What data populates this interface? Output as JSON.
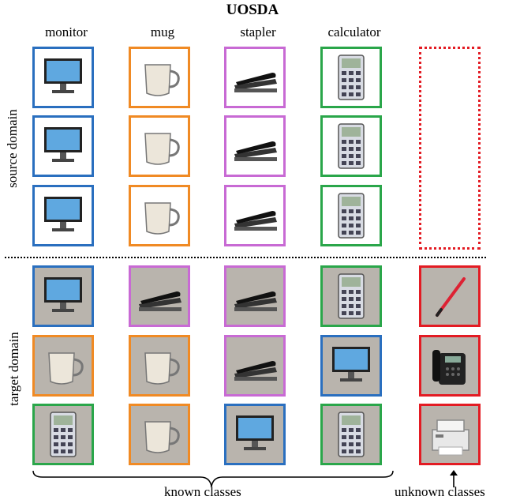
{
  "title": "UOSDA",
  "columns": [
    "monitor",
    "mug",
    "stapler",
    "calculator"
  ],
  "rows": {
    "source": "source domain",
    "target": "target domain"
  },
  "known_label": "known classes",
  "unknown_label": "unknown classes",
  "colors": {
    "monitor": "#2a6fbf",
    "mug": "#f08a24",
    "stapler": "#c86ad4",
    "calculator": "#2aa64a",
    "unknown": "#e31b23"
  },
  "source_tiles": [
    [
      "monitor-icon",
      "mug-icon",
      "stapler-icon",
      "calculator-icon"
    ],
    [
      "monitor-icon",
      "mug-icon",
      "stapler-icon",
      "calculator-icon"
    ],
    [
      "monitor-icon",
      "mug-icon",
      "stapler-icon",
      "calculator-icon"
    ]
  ],
  "target_tiles": [
    [
      {
        "item": "monitor-icon",
        "frame": "monitor"
      },
      {
        "item": "stapler-icon",
        "frame": "stapler"
      },
      {
        "item": "stapler-icon",
        "frame": "stapler"
      },
      {
        "item": "calculator-icon",
        "frame": "calculator"
      },
      {
        "item": "pen-icon",
        "frame": "unknown"
      }
    ],
    [
      {
        "item": "mug-icon",
        "frame": "mug"
      },
      {
        "item": "mug-icon",
        "frame": "mug"
      },
      {
        "item": "stapler-icon",
        "frame": "stapler"
      },
      {
        "item": "monitor-icon",
        "frame": "monitor"
      },
      {
        "item": "phone-icon",
        "frame": "unknown"
      }
    ],
    [
      {
        "item": "calculator-icon",
        "frame": "calculator"
      },
      {
        "item": "mug-icon",
        "frame": "mug"
      },
      {
        "item": "monitor-icon",
        "frame": "monitor"
      },
      {
        "item": "calculator-icon",
        "frame": "calculator"
      },
      {
        "item": "printer-icon",
        "frame": "unknown"
      }
    ]
  ]
}
